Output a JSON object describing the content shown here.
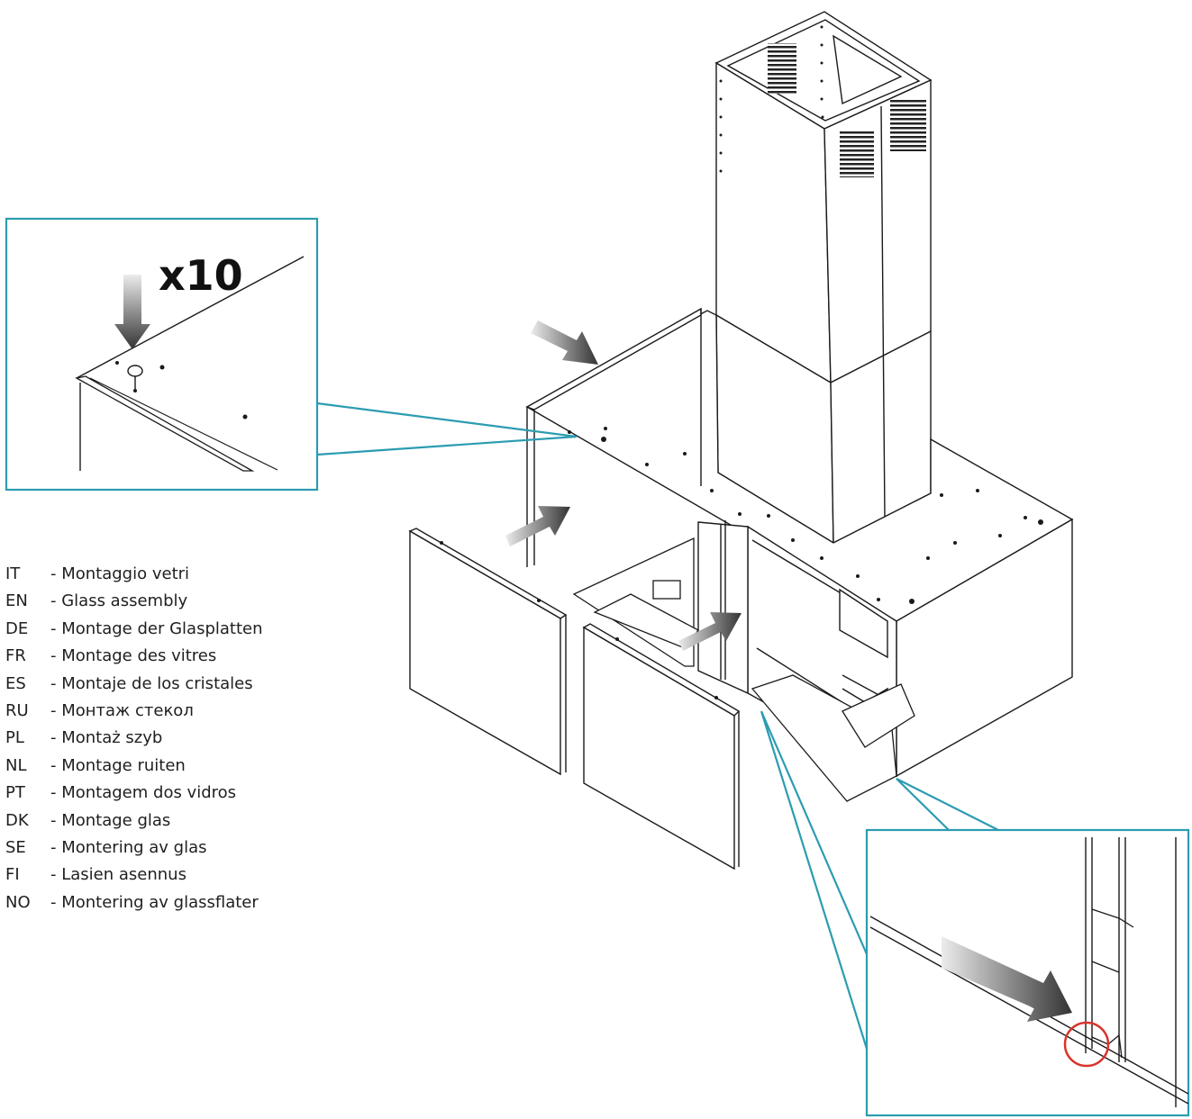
{
  "callout": {
    "quantity": "x10"
  },
  "languages": [
    {
      "code": "IT",
      "label": "- Montaggio vetri"
    },
    {
      "code": "EN",
      "label": "- Glass assembly"
    },
    {
      "code": "DE",
      "label": "- Montage der Glasplatten"
    },
    {
      "code": "FR",
      "label": "- Montage des vitres"
    },
    {
      "code": "ES",
      "label": "- Montaje de los cristales"
    },
    {
      "code": "RU",
      "label": "- Монтаж стекол"
    },
    {
      "code": "PL",
      "label": "- Montaż szyb"
    },
    {
      "code": "NL",
      "label": "- Montage ruiten"
    },
    {
      "code": "PT",
      "label": "- Montagem dos vidros"
    },
    {
      "code": "DK",
      "label": "- Montage glas"
    },
    {
      "code": "SE",
      "label": "- Montering av glas"
    },
    {
      "code": "FI",
      "label": "- Lasien asennus"
    },
    {
      "code": "NO",
      "label": "- Montering av glassflater"
    }
  ],
  "colors": {
    "callout_border": "#2b9cb0",
    "line": "#1a1a1a",
    "highlight_circle": "#d9332b",
    "arrow_dark": "#3a3a3a",
    "arrow_light": "#e6e6e6"
  },
  "icons": {
    "push_arrow": "arrow-icon",
    "highlight": "circle-highlight-icon"
  }
}
